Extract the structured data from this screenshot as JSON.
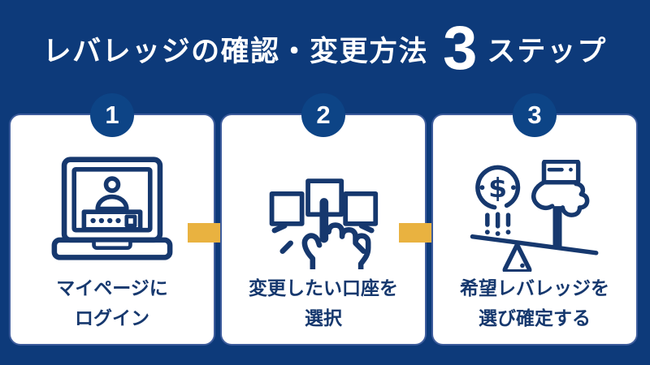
{
  "title": {
    "prefix": "レバレッジの確認・変更方法",
    "number": "3",
    "suffix": "ステップ"
  },
  "colors": {
    "bg": "#0d3a7a",
    "card-bg": "#ffffff",
    "card-border": "#3d5c9c",
    "badge-bg": "#0d4486",
    "navy": "#16386e",
    "gold": "#e9b240",
    "title-color": "#ffffff"
  },
  "steps": [
    {
      "number": "1",
      "icon": "laptop-login-icon",
      "label_line1": "マイページに",
      "label_line2": "ログイン"
    },
    {
      "number": "2",
      "icon": "tap-select-icon",
      "label_line1": "変更したい口座を",
      "label_line2": "選択"
    },
    {
      "number": "3",
      "icon": "leverage-scale-icon",
      "label_line1": "希望レバレッジを",
      "label_line2": "選び確定する"
    }
  ],
  "arrows": {
    "icon": "arrow-right-icon",
    "direction": "right"
  }
}
